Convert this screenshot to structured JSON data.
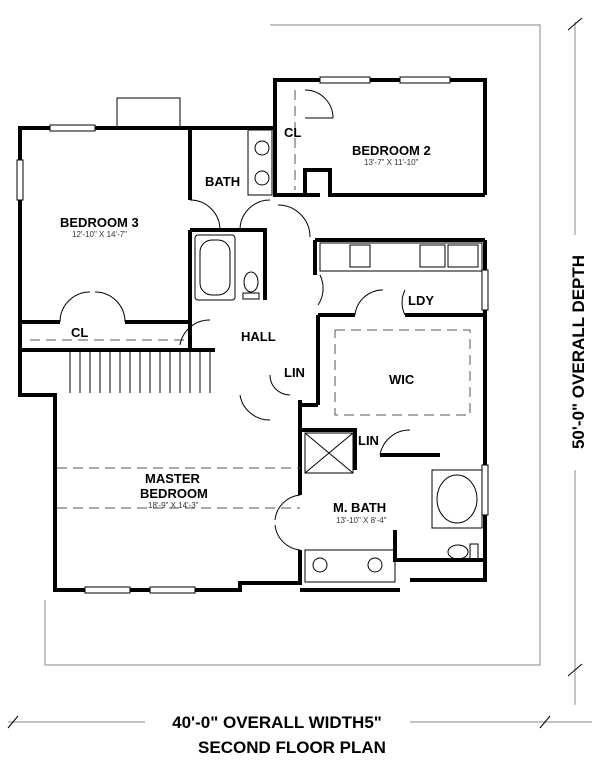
{
  "rooms": {
    "bedroom2": {
      "label": "BEDROOM 2",
      "size": "13'-7\" X 11'-10\""
    },
    "bedroom3": {
      "label": "BEDROOM 3",
      "size": "12'-10\" X 14'-7\""
    },
    "master": {
      "label_line1": "MASTER",
      "label_line2": "BEDROOM",
      "size": "18'-9\" X 14'-3\""
    },
    "mbath": {
      "label": "M. BATH",
      "size": "13'-10\" X 8'-4\""
    },
    "bath": {
      "label": "BATH"
    },
    "cl_top": {
      "label": "CL"
    },
    "cl_bed3": {
      "label": "CL"
    },
    "hall": {
      "label": "HALL"
    },
    "ldy": {
      "label": "LDY"
    },
    "wic": {
      "label": "WIC"
    },
    "lin1": {
      "label": "LIN"
    },
    "lin2": {
      "label": "LIN"
    }
  },
  "dimensions": {
    "width": "40'-0\" OVERALL WIDTH5\"",
    "depth": "50'-0\" OVERALL DEPTH"
  },
  "title": "SECOND FLOOR PLAN"
}
